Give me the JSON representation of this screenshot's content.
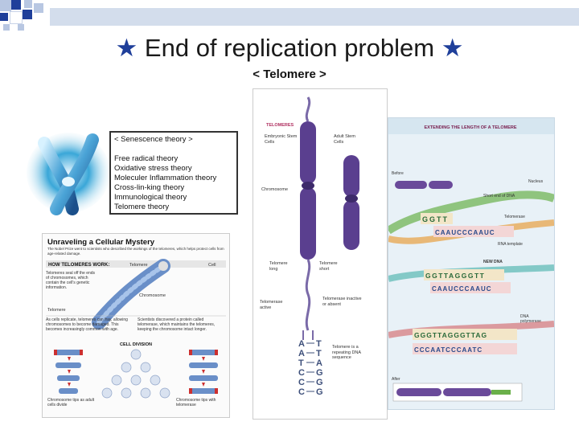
{
  "slide": {
    "title": "End of replication problem",
    "star_glyph": "★",
    "subtitle": "< Telomere >"
  },
  "theory_box": {
    "heading": "< Senescence theory >",
    "items": [
      "Free radical theory",
      "Oxidative stress theory",
      "Moleculer Inflammation theory",
      "Cross-lin-king theory",
      "Immunological theory",
      "Telomere theory"
    ]
  },
  "mystery_figure": {
    "title": "Unraveling a Cellular Mystery",
    "intro": "The Nobel Prize went to scientists who described the workings of the telomeres, which helps protect cells from age-related damage.",
    "how_label": "HOW TELOMERES WORK:",
    "telomere_label": "Telomere",
    "cell_label": "Cell",
    "chromosome_label": "Chromosome",
    "left_text": "Telomeres seal off the ends of chromosomes, which contain the cell's genetic information.",
    "telomere_label2": "Telomere",
    "bottom_left_text": "As cells replicate, telomeres can fray, allowing chromosomes to become damaged. This becomes increasingly common with age.",
    "bottom_right_text": "Scientists discovered a protein called telomerase, which maintains the telomeres, keeping the chromosome intact longer.",
    "division_label": "CELL DIVISION",
    "caption_left": "Chromosome tips as adult cells divide",
    "caption_right": "Chromosome tips with telomerase"
  },
  "telomere_figure": {
    "header": "TELOMERES",
    "embryonic_label": "Embryonic Stem Cells",
    "adult_label": "Adult Stem Cells",
    "chromosome_label": "Chromosome",
    "long_label": "Telomere long",
    "short_label": "Telomere short",
    "active_label": "Telomerase active",
    "inactive_label": "Telomerase inactive or absent",
    "repeating_label": "Telomere is a repeating DNA sequence",
    "seq_left": [
      "A",
      "A",
      "T",
      "C",
      "C",
      "C"
    ],
    "seq_right": [
      "T",
      "T",
      "A",
      "G",
      "G",
      "G"
    ]
  },
  "extending_figure": {
    "title": "EXTENDING THE LENGTH OF A TELOMERE",
    "before_label": "Before",
    "nucleus_label": "Nucleus",
    "short_end_label": "Short end of DNA",
    "telomerase_label": "Telomerase",
    "rna_template_label": "RNA template",
    "new_dna_label": "NEW DNA",
    "dna_polymerase_label": "DNA polymerase",
    "after_label": "After",
    "row1_top": "GGTT",
    "row1_bottom": "CAAUCCCAAUC",
    "row2_top": "GGTTAGGGTT",
    "row2_bottom": "CAAUCCCAAUC",
    "row3_top": "GGGTTAGGGTTAG",
    "row3_bottom": "CCCAATCCCAATC"
  },
  "colors": {
    "title_star": "#1f3f9a",
    "band": "#d3ddec",
    "corner_dark": "#1f3f9a",
    "corner_light": "#b8c7e2",
    "chromosome_purple": "#6a4a9a",
    "dna_orange": "#e8a040",
    "dna_green": "#6ab04a",
    "dna_teal": "#2fa7a0",
    "dna_red": "#cc3030"
  },
  "icons": [
    "star-icon",
    "chromosome-photo-icon"
  ]
}
